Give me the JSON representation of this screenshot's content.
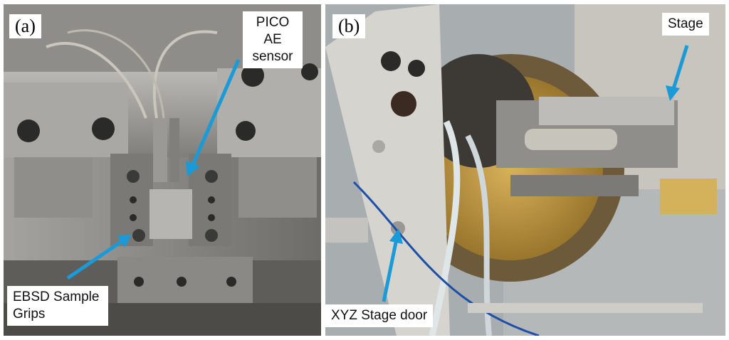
{
  "figure": {
    "panels": [
      {
        "id": "a",
        "letter": "(a)",
        "callouts": [
          {
            "text": "PICO AE sensor"
          },
          {
            "text": "EBSD Sample Grips"
          }
        ]
      },
      {
        "id": "b",
        "letter": "(b)",
        "callouts": [
          {
            "text": "Stage"
          },
          {
            "text": "XYZ Stage door"
          }
        ]
      }
    ],
    "arrow_color": "#1a9ad6"
  }
}
